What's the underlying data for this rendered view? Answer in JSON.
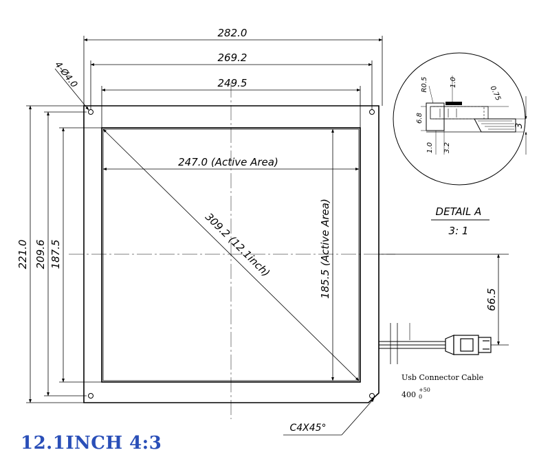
{
  "dimensions": {
    "outer_width": "282.0",
    "mid_width": "269.2",
    "inner_width": "249.5",
    "active_width": "247.0 (Active Area)",
    "outer_height": "221.0",
    "mid_height": "209.6",
    "inner_height": "187.5",
    "active_height": "185.5 (Active Area)",
    "diagonal": "309.2 (12.1inch)",
    "holes": "4-Ø4.0",
    "chamfer": "C4X45°",
    "cable_offset": "66.5"
  },
  "detail": {
    "label": "DETAIL A",
    "scale": "3: 1",
    "r05": "R0.5",
    "d10_top": "1.0",
    "d075": "0.75",
    "d68": "6.8",
    "d10_bot": "1.0",
    "d32": "3.2",
    "d3": "3"
  },
  "cable": {
    "label": "Usb Connector Cable",
    "length": "400",
    "tol_plus": "+50",
    "tol_minus": "0"
  },
  "title": "12.1INCH  4:3",
  "colors": {
    "title": "#2a4fb8",
    "line": "#000000"
  }
}
